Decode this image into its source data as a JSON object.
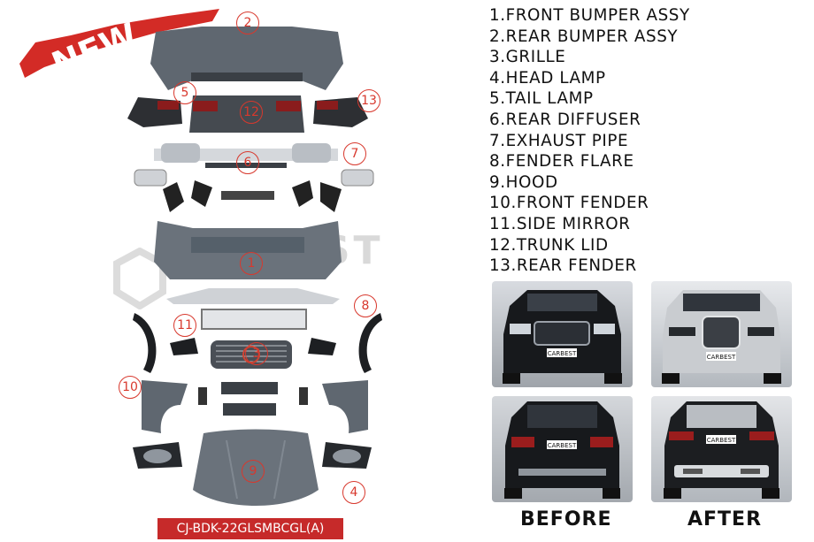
{
  "banner": {
    "text": "NEW"
  },
  "watermark": {
    "text": "CARBEST"
  },
  "diagram": {
    "part_numbers": [
      "1",
      "2",
      "3",
      "4",
      "5",
      "6",
      "7",
      "8",
      "9",
      "10",
      "11",
      "12",
      "13"
    ],
    "code": "CJ-BDK-22GLSMBCGL(A)"
  },
  "parts_list": [
    "1.FRONT BUMPER ASSY",
    "2.REAR BUMPER ASSY",
    "3.GRILLE",
    "4.HEAD LAMP",
    "5.TAIL LAMP",
    "6.REAR DIFFUSER",
    "7.EXHAUST PIPE",
    "8.FENDER FLARE",
    "9.HOOD",
    "10.FRONT FENDER",
    "11.SIDE MIRROR",
    "12.TRUNK LID",
    "13.REAR FENDER"
  ],
  "photos": {
    "plate_text": "CARBEST",
    "before_label": "BEFORE",
    "after_label": "AFTER"
  },
  "colors": {
    "accent_red": "#d8382d",
    "code_bg": "#c62a2a",
    "part_gray": "#5f6770"
  }
}
